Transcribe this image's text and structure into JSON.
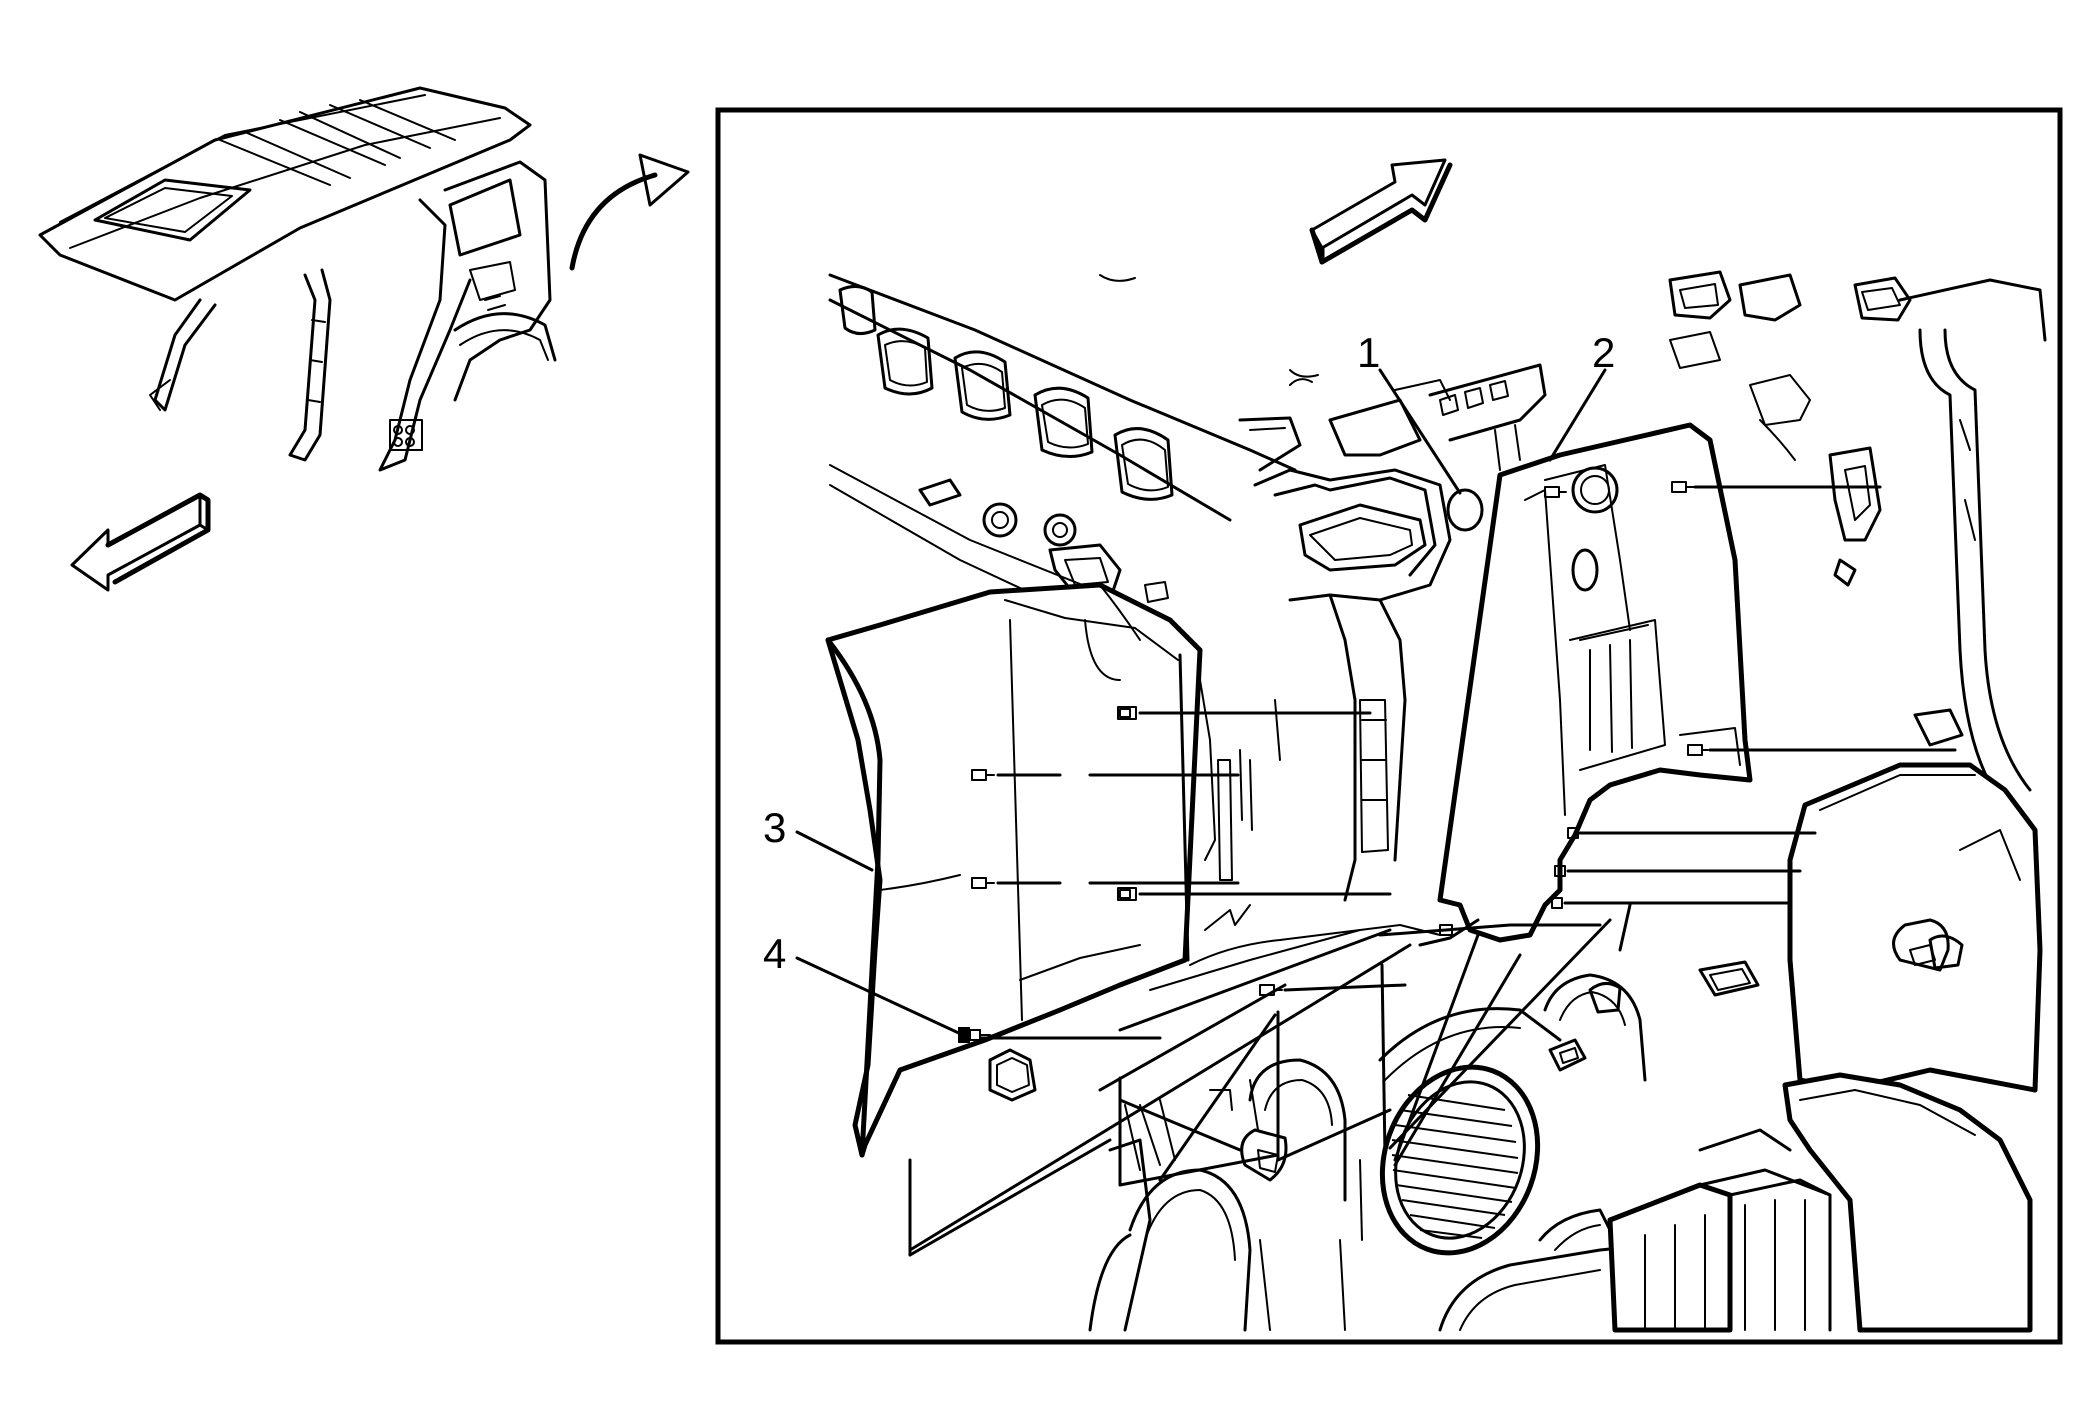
{
  "callouts": [
    {
      "id": "callout-1",
      "label": "1"
    },
    {
      "id": "callout-2",
      "label": "2"
    },
    {
      "id": "callout-3",
      "label": "3"
    },
    {
      "id": "callout-4",
      "label": "4"
    }
  ],
  "colors": {
    "line": "#000000",
    "background": "#ffffff"
  },
  "icons": [
    "front-direction-arrow-icon",
    "zoom-arrow-icon",
    "view-direction-arrow-icon"
  ]
}
